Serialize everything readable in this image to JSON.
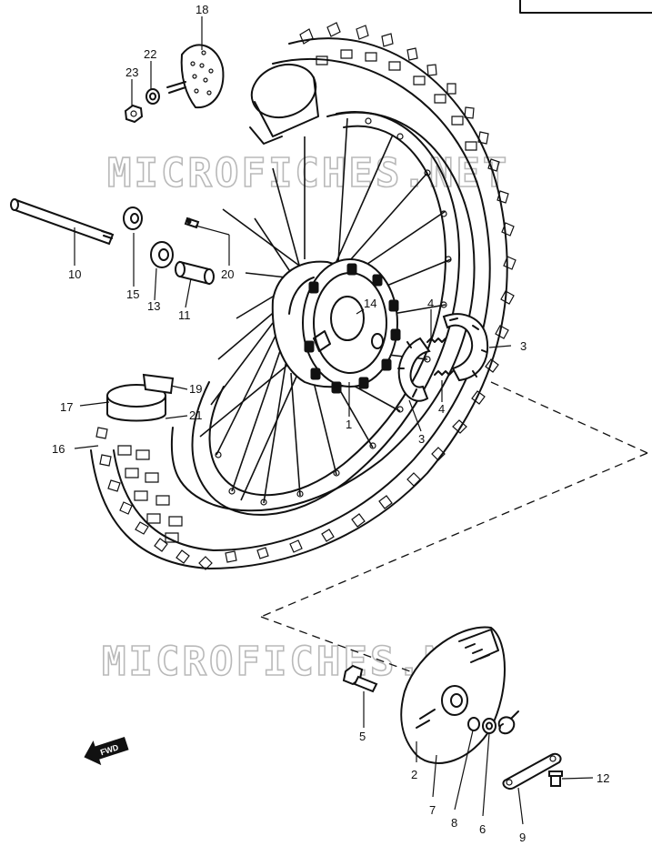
{
  "watermarks": [
    "MICROFICHES.NET",
    "MICROFICHES.NET"
  ],
  "direction_label": "FWD",
  "callouts": [
    "1",
    "2",
    "3",
    "3",
    "4",
    "4",
    "5",
    "6",
    "7",
    "8",
    "9",
    "10",
    "11",
    "12",
    "13",
    "14",
    "15",
    "16",
    "17",
    "18",
    "19",
    "20",
    "21",
    "22",
    "23"
  ]
}
